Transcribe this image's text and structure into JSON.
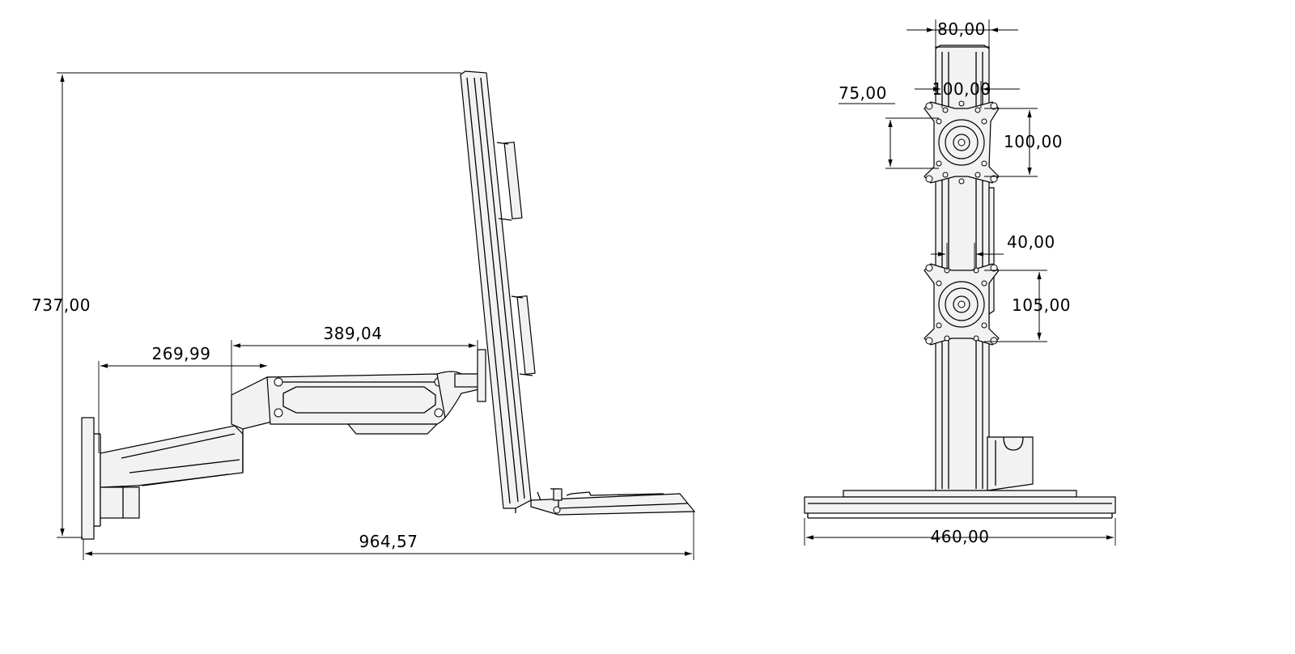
{
  "side_view": {
    "dimensions": {
      "height": "737,00",
      "total_depth": "964,57",
      "arm_lower": "269,99",
      "arm_upper": "389,04"
    }
  },
  "front_view": {
    "dimensions": {
      "pole_width": "80,00",
      "vesa_hole_horizontal": "75,00",
      "vesa_top_horizontal": "100,00",
      "vesa_top_vertical": "100,00",
      "plate_offset": "40,00",
      "vesa_bottom_vertical": "105,00",
      "base_width": "460,00"
    }
  },
  "colors": {
    "line": "#000000",
    "background": "#ffffff",
    "part_fill": "#f2f2f2"
  }
}
